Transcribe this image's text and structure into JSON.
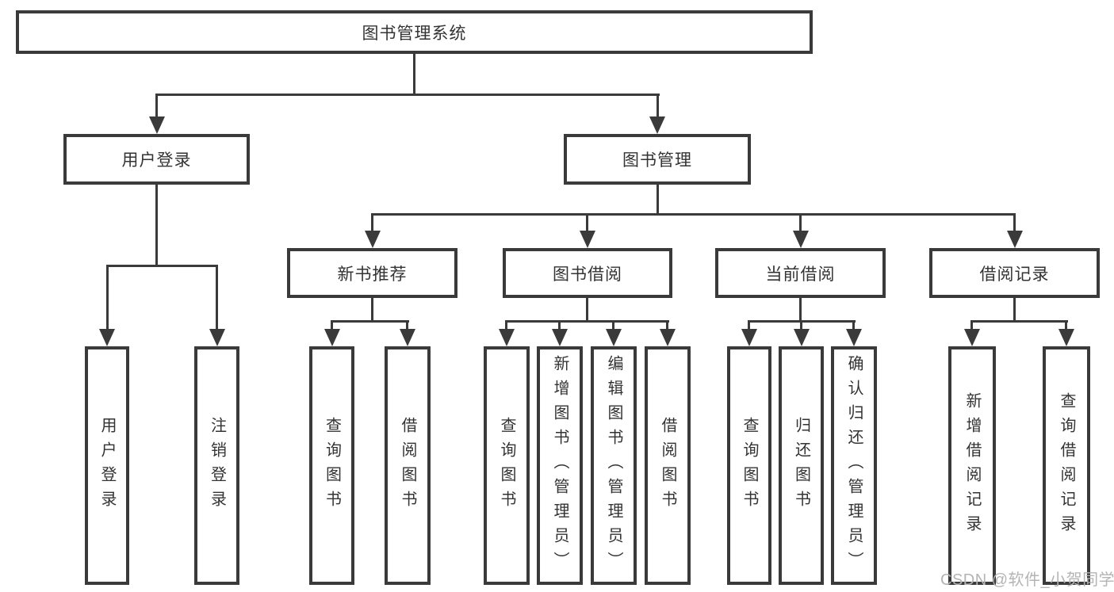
{
  "diagram_type": "hierarchy-tree",
  "watermark": "CSDN @软件_小贺同学",
  "colors": {
    "line": "#3a3a3a",
    "text": "#333333",
    "watermark": "#b4b4b4",
    "background": "#ffffff"
  },
  "nodes": {
    "root": "图书管理系统",
    "user_login_group": "用户登录",
    "book_management": "图书管理",
    "new_book_recommend": "新书推荐",
    "book_borrowing": "图书借阅",
    "current_borrowing": "当前借阅",
    "borrow_records": "借阅记录",
    "user_login": "用户登录",
    "logout": "注销登录",
    "nb_query_books": "查询图书",
    "nb_borrow_books": "借阅图书",
    "bb_query_books": "查询图书",
    "bb_add_books": "新增图书（管理员）",
    "bb_edit_books": "编辑图书（管理员）",
    "bb_borrow_books": "借阅图书",
    "cb_query_books": "查询图书",
    "cb_return_books": "归还图书",
    "cb_confirm_return": "确认归还（管理员）",
    "br_add_record": "新增借阅记录",
    "br_query_record": "查询借阅记录"
  }
}
